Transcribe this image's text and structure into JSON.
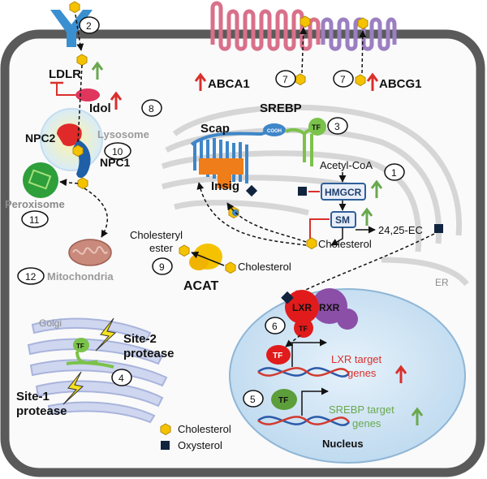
{
  "labels": {
    "ldlr": "LDLR",
    "idol": "Idol",
    "npc2": "NPC2",
    "lysosome": "Lysosome",
    "npc1": "NPC1",
    "peroxisome": "Peroxisome",
    "mitochondria": "Mitochondria",
    "abca1": "ABCA1",
    "abcg1": "ABCG1",
    "srebp": "SREBP",
    "scap": "Scap",
    "insig": "Insig",
    "acetyl_coa": "Acetyl-CoA",
    "hmgcr": "HMGCR",
    "sm": "SM",
    "ec": "24,25-EC",
    "cholesterol": "Cholesterol",
    "cholesteryl": "Cholesteryl",
    "ester": "ester",
    "acat_cholesterol": "Cholesterol",
    "acat": "ACAT",
    "er": "ER",
    "golgi": "Golgi",
    "site2_a": "Site-2",
    "site2_b": "protease",
    "site1_a": "Site-1",
    "site1_b": "protease",
    "lxr": "LXR",
    "rxr": "RXR",
    "tf": "TF",
    "cooh": "COOH",
    "lxr_target_1": "LXR target",
    "lxr_target_2": "genes",
    "srebp_target_1": "SREBP target",
    "srebp_target_2": "genes",
    "nucleus": "Nucleus",
    "legend_cholesterol": "Cholesterol",
    "legend_oxysterol": "Oxysterol",
    "arrow_up": "↑"
  },
  "steps": {
    "s1": "1",
    "s2": "2",
    "s3": "3",
    "s4": "4",
    "s5": "5",
    "s6": "6",
    "s7a": "7",
    "s7b": "7",
    "s8": "8",
    "s9": "9",
    "s10": "10",
    "s11": "11",
    "s12": "12"
  },
  "colors": {
    "cell_border": "#5a5a5a",
    "cholesterol": "#f5c200",
    "oxysterol": "#10243e",
    "up_green": "#6aa84f",
    "up_red": "#d9302c",
    "abca1": "#d9708a",
    "abcg1": "#9b7fc2",
    "nucleus": "#d8eaf7",
    "lxr": "#e11b1b",
    "rxr": "#8b4fa8",
    "scap": "#3f86c8",
    "insig": "#ef7d1a",
    "srebp": "#7bc24a",
    "peroxisome": "#2e9f3a",
    "mitochondria": "#c98a7c",
    "golgi": "#b9c4e6"
  }
}
